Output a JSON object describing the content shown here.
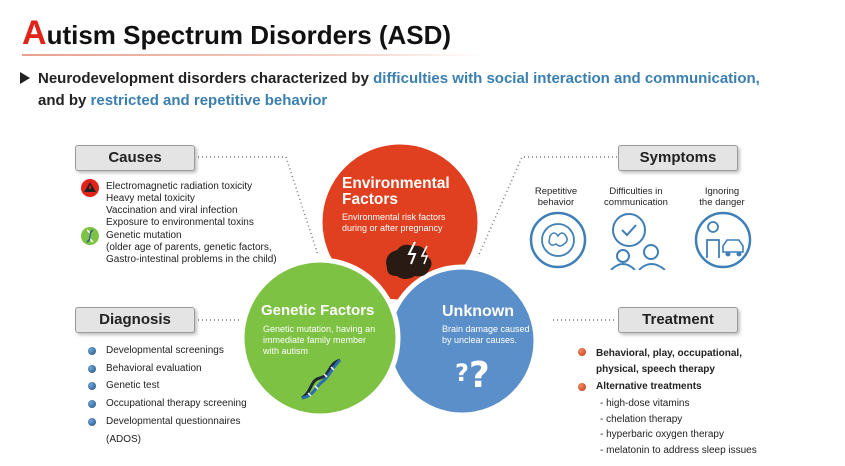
{
  "title": {
    "first_letter": "A",
    "rest": "utism Spectrum Disorders (ASD)"
  },
  "intro": {
    "part1": "Neurodevelopment disorders characterized by ",
    "highlight1": "difficulties with social interaction and communication,",
    "part2": "and by ",
    "highlight2": "restricted and repetitive behavior"
  },
  "causes": {
    "header": "Causes",
    "lines_group1": [
      "Electromagnetic radiation toxicity",
      "Heavy metal toxicity",
      "Vaccination and viral infection",
      "Exposure to environmental toxins"
    ],
    "lines_group2": [
      "Genetic mutation",
      "(older age of parents, genetic factors,",
      "Gastro-intestinal problems in the child)"
    ]
  },
  "diagnosis": {
    "header": "Diagnosis",
    "items": [
      "Developmental screenings",
      "Behavioral evaluation",
      "Genetic test",
      "Occupational therapy screening",
      "Developmental questionnaires",
      "(ADOS)"
    ]
  },
  "symptoms": {
    "header": "Symptoms",
    "items": [
      {
        "line1": "Repetitive",
        "line2": "behavior"
      },
      {
        "line1": "Difficulties in",
        "line2": "communication"
      },
      {
        "line1": "Ignoring",
        "line2": "the danger"
      }
    ]
  },
  "treatment": {
    "header": "Treatment",
    "item1_line1": "Behavioral, play, occupational,",
    "item1_line2": "physical, speech therapy",
    "item2": "Alternative treatments",
    "subitems": [
      "- high-dose vitamins",
      "- chelation therapy",
      "- hyperbaric oxygen therapy",
      "- melatonin to address sleep issues"
    ]
  },
  "circles": {
    "environmental": {
      "title1": "Environmental",
      "title2": "Factors",
      "desc1": "Environmental risk factors",
      "desc2": "during or after pregnancy",
      "color": "#e0401f"
    },
    "genetic": {
      "title": "Genetic Factors",
      "desc1": "Genetic mutation, having an",
      "desc2": "immediate family member",
      "desc3": "with autism",
      "color": "#7dc242"
    },
    "unknown": {
      "title": "Unknown",
      "desc1": "Brain damage caused",
      "desc2": "by unclear causes.",
      "color": "#5b8fc9"
    }
  },
  "colors": {
    "title_accent": "#e2231a",
    "highlight": "#3b7fb0",
    "header_bg": "#e4e4e4"
  }
}
